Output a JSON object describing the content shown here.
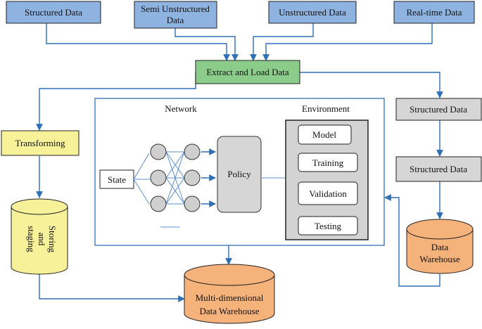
{
  "sources": [
    {
      "id": "structured",
      "lines": [
        "Structured Data"
      ]
    },
    {
      "id": "semi",
      "lines": [
        "Semi Unstructured",
        "Data"
      ]
    },
    {
      "id": "unstructured",
      "lines": [
        "Unstructured Data"
      ]
    },
    {
      "id": "realtime",
      "lines": [
        "Real-time Data"
      ]
    }
  ],
  "extract_load": "Extract and Load Data",
  "transforming": "Transforming",
  "storing_staging": [
    "Storing",
    "and",
    "staging"
  ],
  "network_title": "Network",
  "environment_title": "Environment",
  "state": "State",
  "policy": "Policy",
  "environment_items": [
    "Model",
    "Training",
    "Validation",
    "Testing"
  ],
  "right_structured_1": "Structured Data",
  "right_structured_2": "Structured Data",
  "data_warehouse": [
    "Data",
    "Warehouse"
  ],
  "multi_dw": [
    "Multi-dimensional",
    "Data Warehouse"
  ],
  "colors": {
    "blue_box": "#8fb3e0",
    "green_box": "#8ccc8a",
    "yellow_box": "#f7f19a",
    "gray_box": "#d6d6d6",
    "orange_cyl": "#f5b27b",
    "arrow": "#2f6fb5",
    "node": "#cfcfcf",
    "env_panel": "#d3d3d3"
  }
}
